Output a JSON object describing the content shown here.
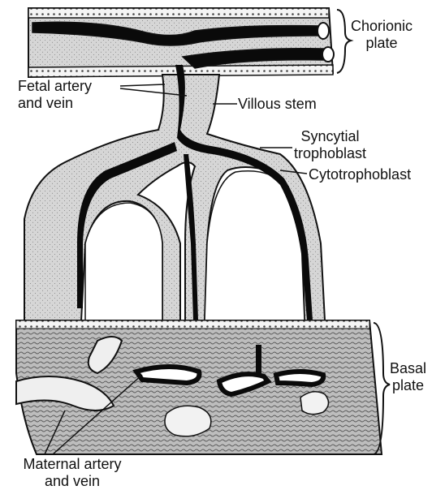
{
  "colors": {
    "ink": "#111111",
    "tissue": "#e4e4e4",
    "basal": "#a9a9a9",
    "vessel": "#0a0a0a",
    "paper": "#ffffff"
  },
  "labels": {
    "chorionic_plate": [
      "Chorionic",
      "plate"
    ],
    "fetal_artery_vein": [
      "Fetal artery",
      "and vein"
    ],
    "villous_stem": "Villous stem",
    "syncytial_trophoblast": [
      "Syncytial",
      "trophoblast"
    ],
    "cytotrophoblast": "Cytotrophoblast",
    "basal_plate": [
      "Basal",
      "plate"
    ],
    "maternal_artery_vein": [
      "Maternal artery",
      "and vein"
    ]
  }
}
